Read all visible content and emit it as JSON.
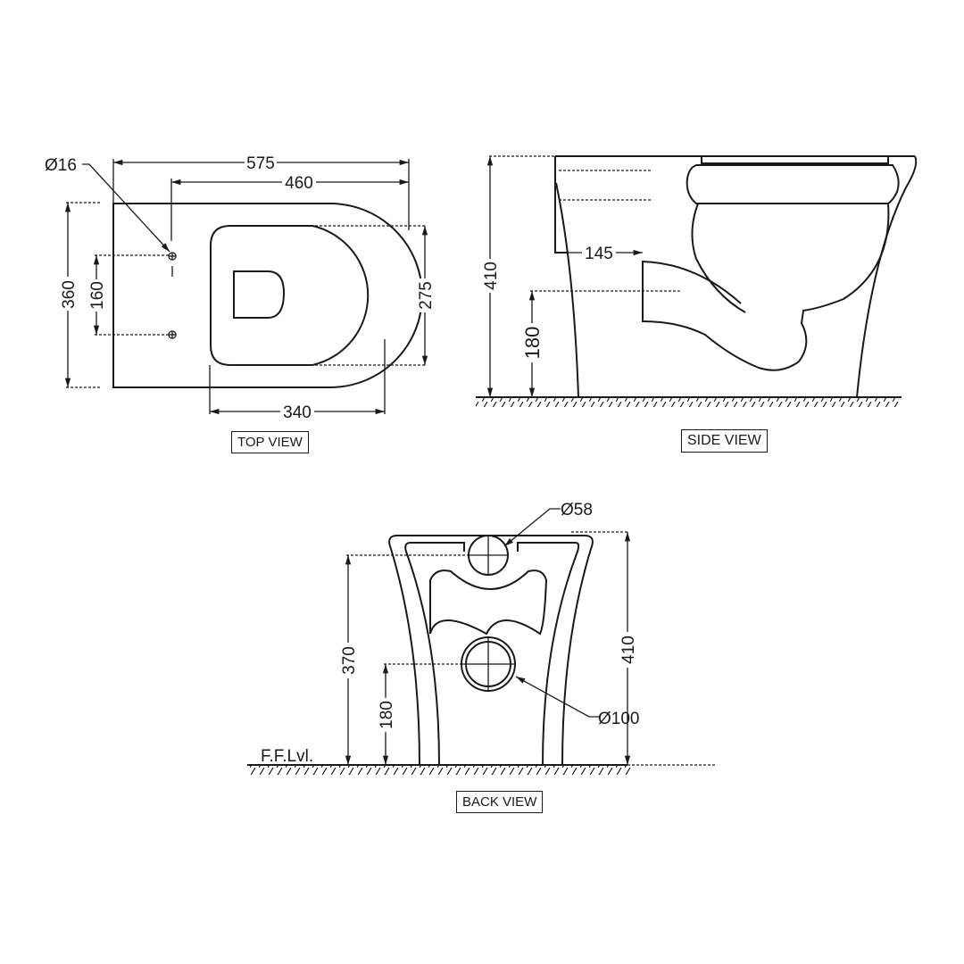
{
  "views": {
    "top": {
      "label": "TOP VIEW",
      "dims": {
        "overall_length": "575",
        "fixing_to_front": "460",
        "overall_width": "360",
        "fixing_spacing": "160",
        "bowl_width": "275",
        "bowl_length": "340",
        "fixing_hole": "Ø16"
      }
    },
    "side": {
      "label": "SIDE VIEW",
      "dims": {
        "overall_height": "410",
        "outlet_height": "180",
        "outlet_offset": "145"
      }
    },
    "back": {
      "label": "BACK VIEW",
      "dims": {
        "inlet_height": "370",
        "overall_height": "410",
        "outlet_height": "180",
        "inlet_dia": "Ø58",
        "outlet_dia": "Ø100"
      },
      "floor_label": "F.F.Lvl."
    }
  }
}
